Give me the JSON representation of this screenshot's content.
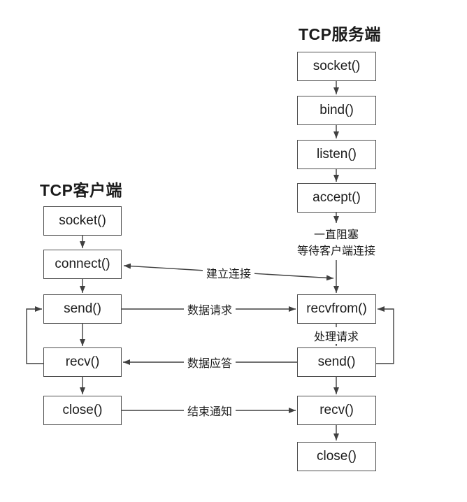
{
  "server": {
    "title": "TCP服务端",
    "steps": [
      "socket()",
      "bind()",
      "listen()",
      "accept()",
      "recvfrom()",
      "send()",
      "recv()",
      "close()"
    ],
    "notes": {
      "blocking_line1": "一直阻塞",
      "blocking_line2": "等待客户端连接",
      "process": "处理请求"
    }
  },
  "client": {
    "title": "TCP客户端",
    "steps": [
      "socket()",
      "connect()",
      "send()",
      "recv()",
      "close()"
    ]
  },
  "messages": {
    "establish": "建立连接",
    "request": "数据请求",
    "response": "数据应答",
    "finish": "结束通知"
  },
  "colors": {
    "line": "#404040",
    "box_border": "#4f4f4f",
    "text": "#1b1b1b",
    "background": "#ffffff"
  }
}
